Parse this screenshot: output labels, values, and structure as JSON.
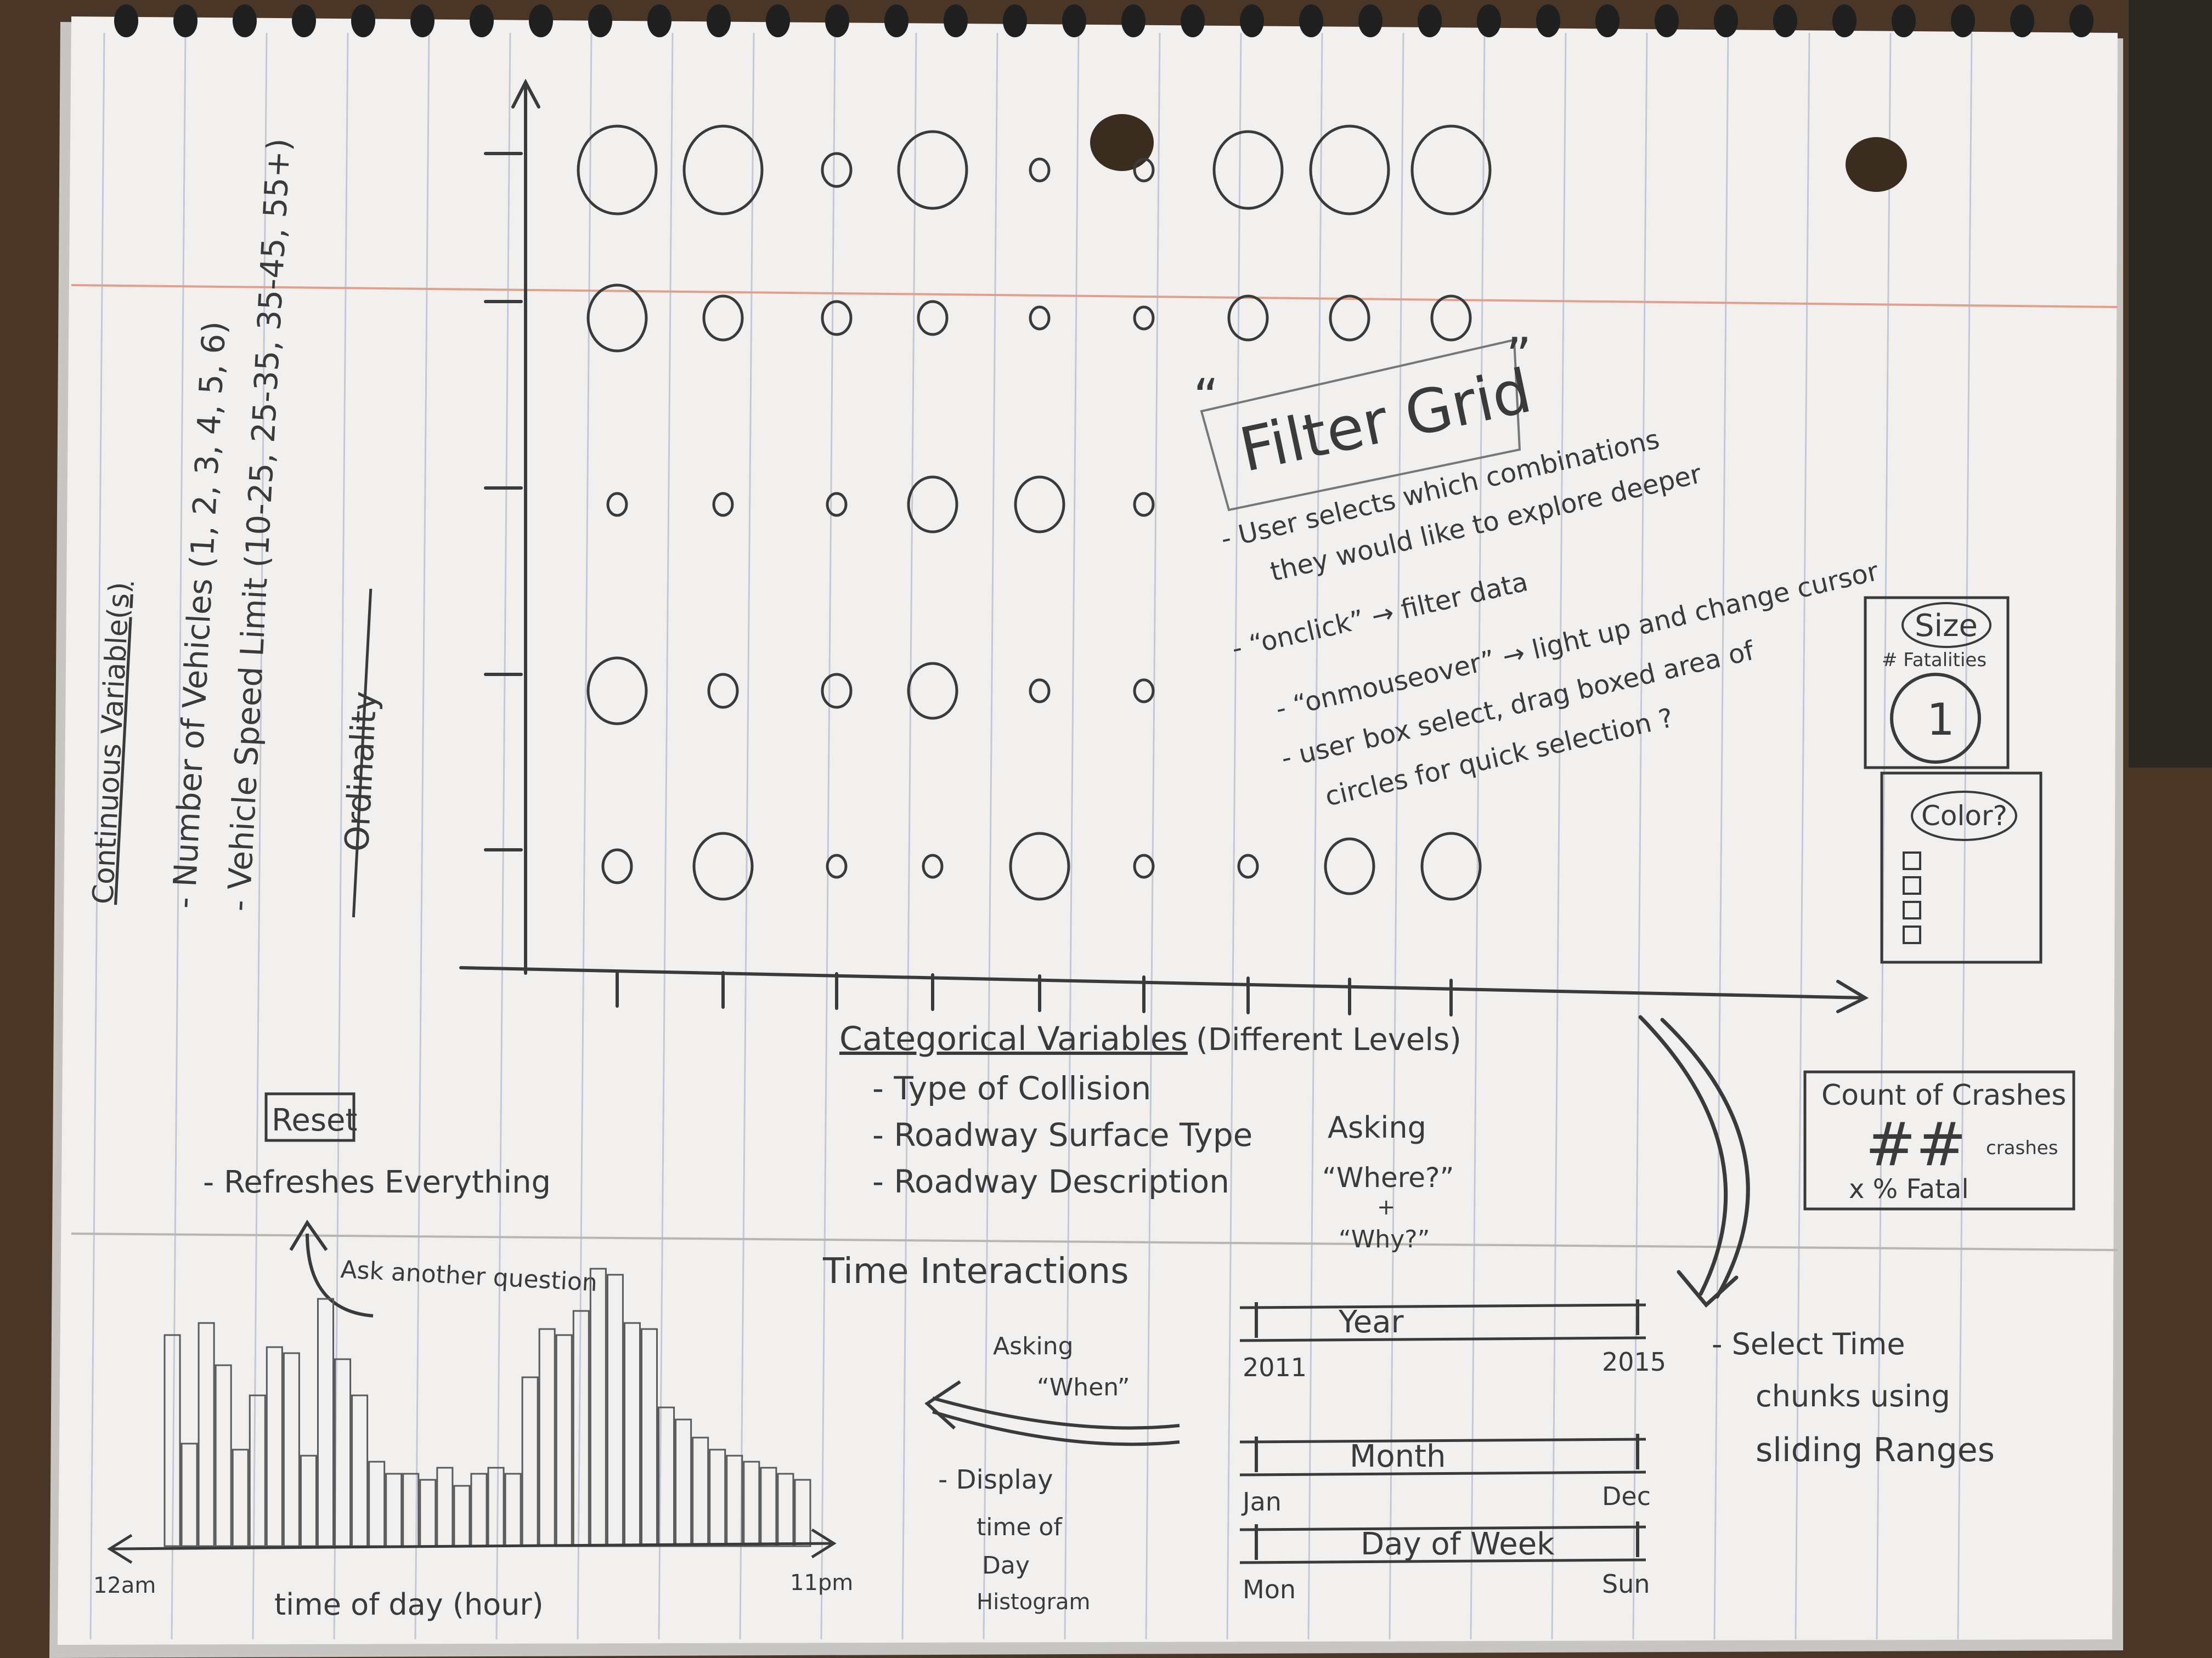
{
  "filter_grid": {
    "title": "Filter Grid",
    "open_quote": "“",
    "close_quote": "”",
    "notes": [
      "- User selects which combinations",
      "they would like to explore deeper",
      "- “onclick” → filter data",
      "- “onmouseover” → light up and change cursor",
      "- user box select, drag boxed area of",
      "circles for quick selection ?"
    ],
    "circle_sizes": [
      [
        7,
        7,
        2,
        6,
        1,
        1,
        6,
        7,
        7
      ],
      [
        5,
        3,
        2,
        2,
        1,
        1,
        3,
        3,
        3
      ],
      [
        1,
        1,
        1,
        4,
        4,
        1,
        0,
        0,
        0
      ],
      [
        5,
        2,
        2,
        4,
        1,
        1,
        0,
        0,
        0
      ],
      [
        2,
        5,
        1,
        1,
        5,
        1,
        1,
        4,
        5
      ]
    ]
  },
  "continuous": {
    "heading": "Continuous Variable(s)",
    "items": [
      "- Number of Vehicles (1, 2, 3, 4, 5, 6)",
      "- Vehicle Speed Limit (10-25, 25-35, 35-45, 55+)"
    ],
    "ordinality": "Ordinality"
  },
  "categorical": {
    "heading": "Categorical Variables",
    "heading_suffix": "(Different Levels)",
    "items": [
      "- Type of Collision",
      "- Roadway Surface Type",
      "- Roadway Description"
    ],
    "asking": [
      "Asking",
      "“Where?”",
      "+",
      "“Why?”"
    ]
  },
  "legend": {
    "size_title": "Size",
    "size_sub": "# Fatalities",
    "size_value": "1",
    "color_title": "Color?"
  },
  "count_box": {
    "title": "Count of Crashes",
    "hash": "##",
    "hash_unit": "crashes",
    "fatal": "x % Fatal"
  },
  "reset": {
    "label": "Reset",
    "desc": "- Refreshes Everything",
    "ask": "Ask another question"
  },
  "time": {
    "heading": "Time Interactions",
    "asking": [
      "Asking",
      "“When”"
    ],
    "display": [
      "- Display",
      "time of",
      "Day",
      "Histogram"
    ],
    "hist_start": "12am",
    "hist_end": "11pm",
    "hist_label": "time of day (hour)",
    "hist_values": [
      3.5,
      1.7,
      3.7,
      3.0,
      1.6,
      2.5,
      3.3,
      3.2,
      1.5,
      4.1,
      3.1,
      2.5,
      1.4,
      1.2,
      1.2,
      1.1,
      1.3,
      1.0,
      1.2,
      1.3,
      1.2,
      2.8,
      3.6,
      3.5,
      3.9,
      4.6,
      4.5,
      3.7,
      3.6,
      2.3,
      2.1,
      1.8,
      1.6,
      1.5,
      1.4,
      1.3,
      1.2,
      1.1
    ],
    "sliders": [
      {
        "title": "Year",
        "start": "2011",
        "end": "2015"
      },
      {
        "title": "Month",
        "start": "Jan",
        "end": "Dec"
      },
      {
        "title": "Day of Week",
        "start": "Mon",
        "end": "Sun"
      }
    ],
    "select_note": [
      "- Select Time",
      "chunks using",
      "sliding Ranges"
    ]
  }
}
